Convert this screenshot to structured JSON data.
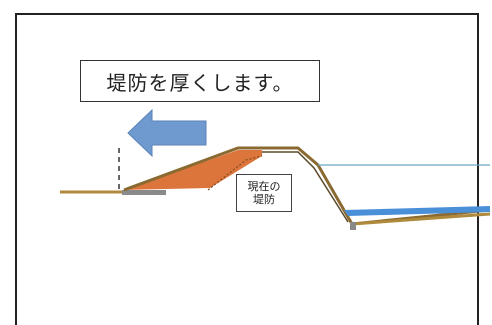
{
  "caption": {
    "text": "堤防を厚くします。"
  },
  "existing_levee_label": {
    "line1": "現在の",
    "line2": "堤防"
  },
  "colors": {
    "frame": "#222222",
    "arrow": "#6f9ad0",
    "ground": "#b08a3c",
    "new_fill": "#d9692a",
    "levee_outline": "#6a5a3a",
    "water": "#4a90d9",
    "water_line": "#6aa8c8"
  }
}
